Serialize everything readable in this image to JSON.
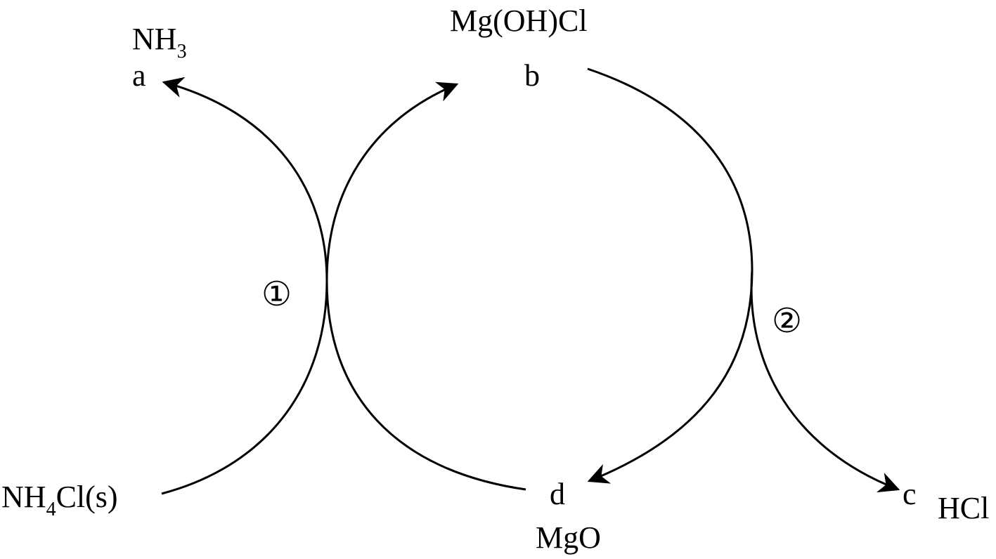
{
  "nodes": {
    "a": {
      "letter": "a",
      "formula_main": "NH",
      "formula_sub": "3",
      "formula_tail": ""
    },
    "b": {
      "letter": "b",
      "formula": "Mg(OH)Cl"
    },
    "c": {
      "letter": "c",
      "formula": "HCl"
    },
    "d": {
      "letter": "d",
      "formula": "MgO"
    },
    "start": {
      "formula_main": "NH",
      "formula_sub": "4",
      "formula_tail": "Cl(s)"
    }
  },
  "steps": {
    "one": "①",
    "two": "②"
  },
  "colors": {
    "stroke": "#000000",
    "background": "#ffffff"
  }
}
